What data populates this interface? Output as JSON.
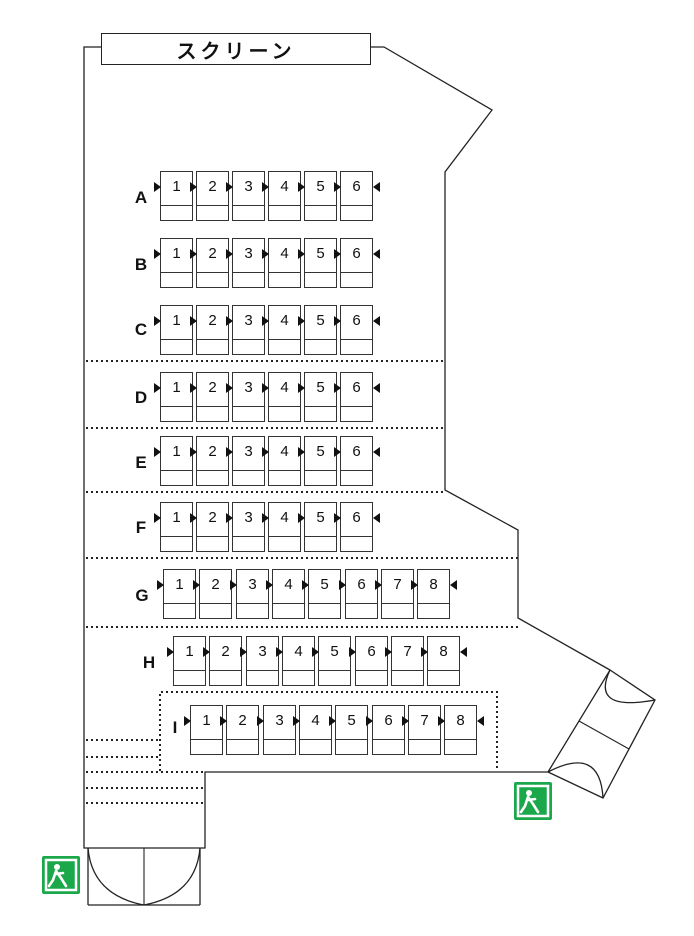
{
  "screen": {
    "label": "スクリーン"
  },
  "rows": [
    {
      "label": "A",
      "seats": [
        "1",
        "2",
        "3",
        "4",
        "5",
        "6"
      ]
    },
    {
      "label": "B",
      "seats": [
        "1",
        "2",
        "3",
        "4",
        "5",
        "6"
      ]
    },
    {
      "label": "C",
      "seats": [
        "1",
        "2",
        "3",
        "4",
        "5",
        "6"
      ]
    },
    {
      "label": "D",
      "seats": [
        "1",
        "2",
        "3",
        "4",
        "5",
        "6"
      ]
    },
    {
      "label": "E",
      "seats": [
        "1",
        "2",
        "3",
        "4",
        "5",
        "6"
      ]
    },
    {
      "label": "F",
      "seats": [
        "1",
        "2",
        "3",
        "4",
        "5",
        "6"
      ]
    },
    {
      "label": "G",
      "seats": [
        "1",
        "2",
        "3",
        "4",
        "5",
        "6",
        "7",
        "8"
      ]
    },
    {
      "label": "H",
      "seats": [
        "1",
        "2",
        "3",
        "4",
        "5",
        "6",
        "7",
        "8"
      ]
    },
    {
      "label": "I",
      "seats": [
        "1",
        "2",
        "3",
        "4",
        "5",
        "6",
        "7",
        "8"
      ]
    }
  ],
  "icons": {
    "emergency_exit": "emergency-exit-icon",
    "door": "door-swing-icon"
  },
  "colors": {
    "exit_sign": "#1aa84a",
    "line": "#222222"
  }
}
